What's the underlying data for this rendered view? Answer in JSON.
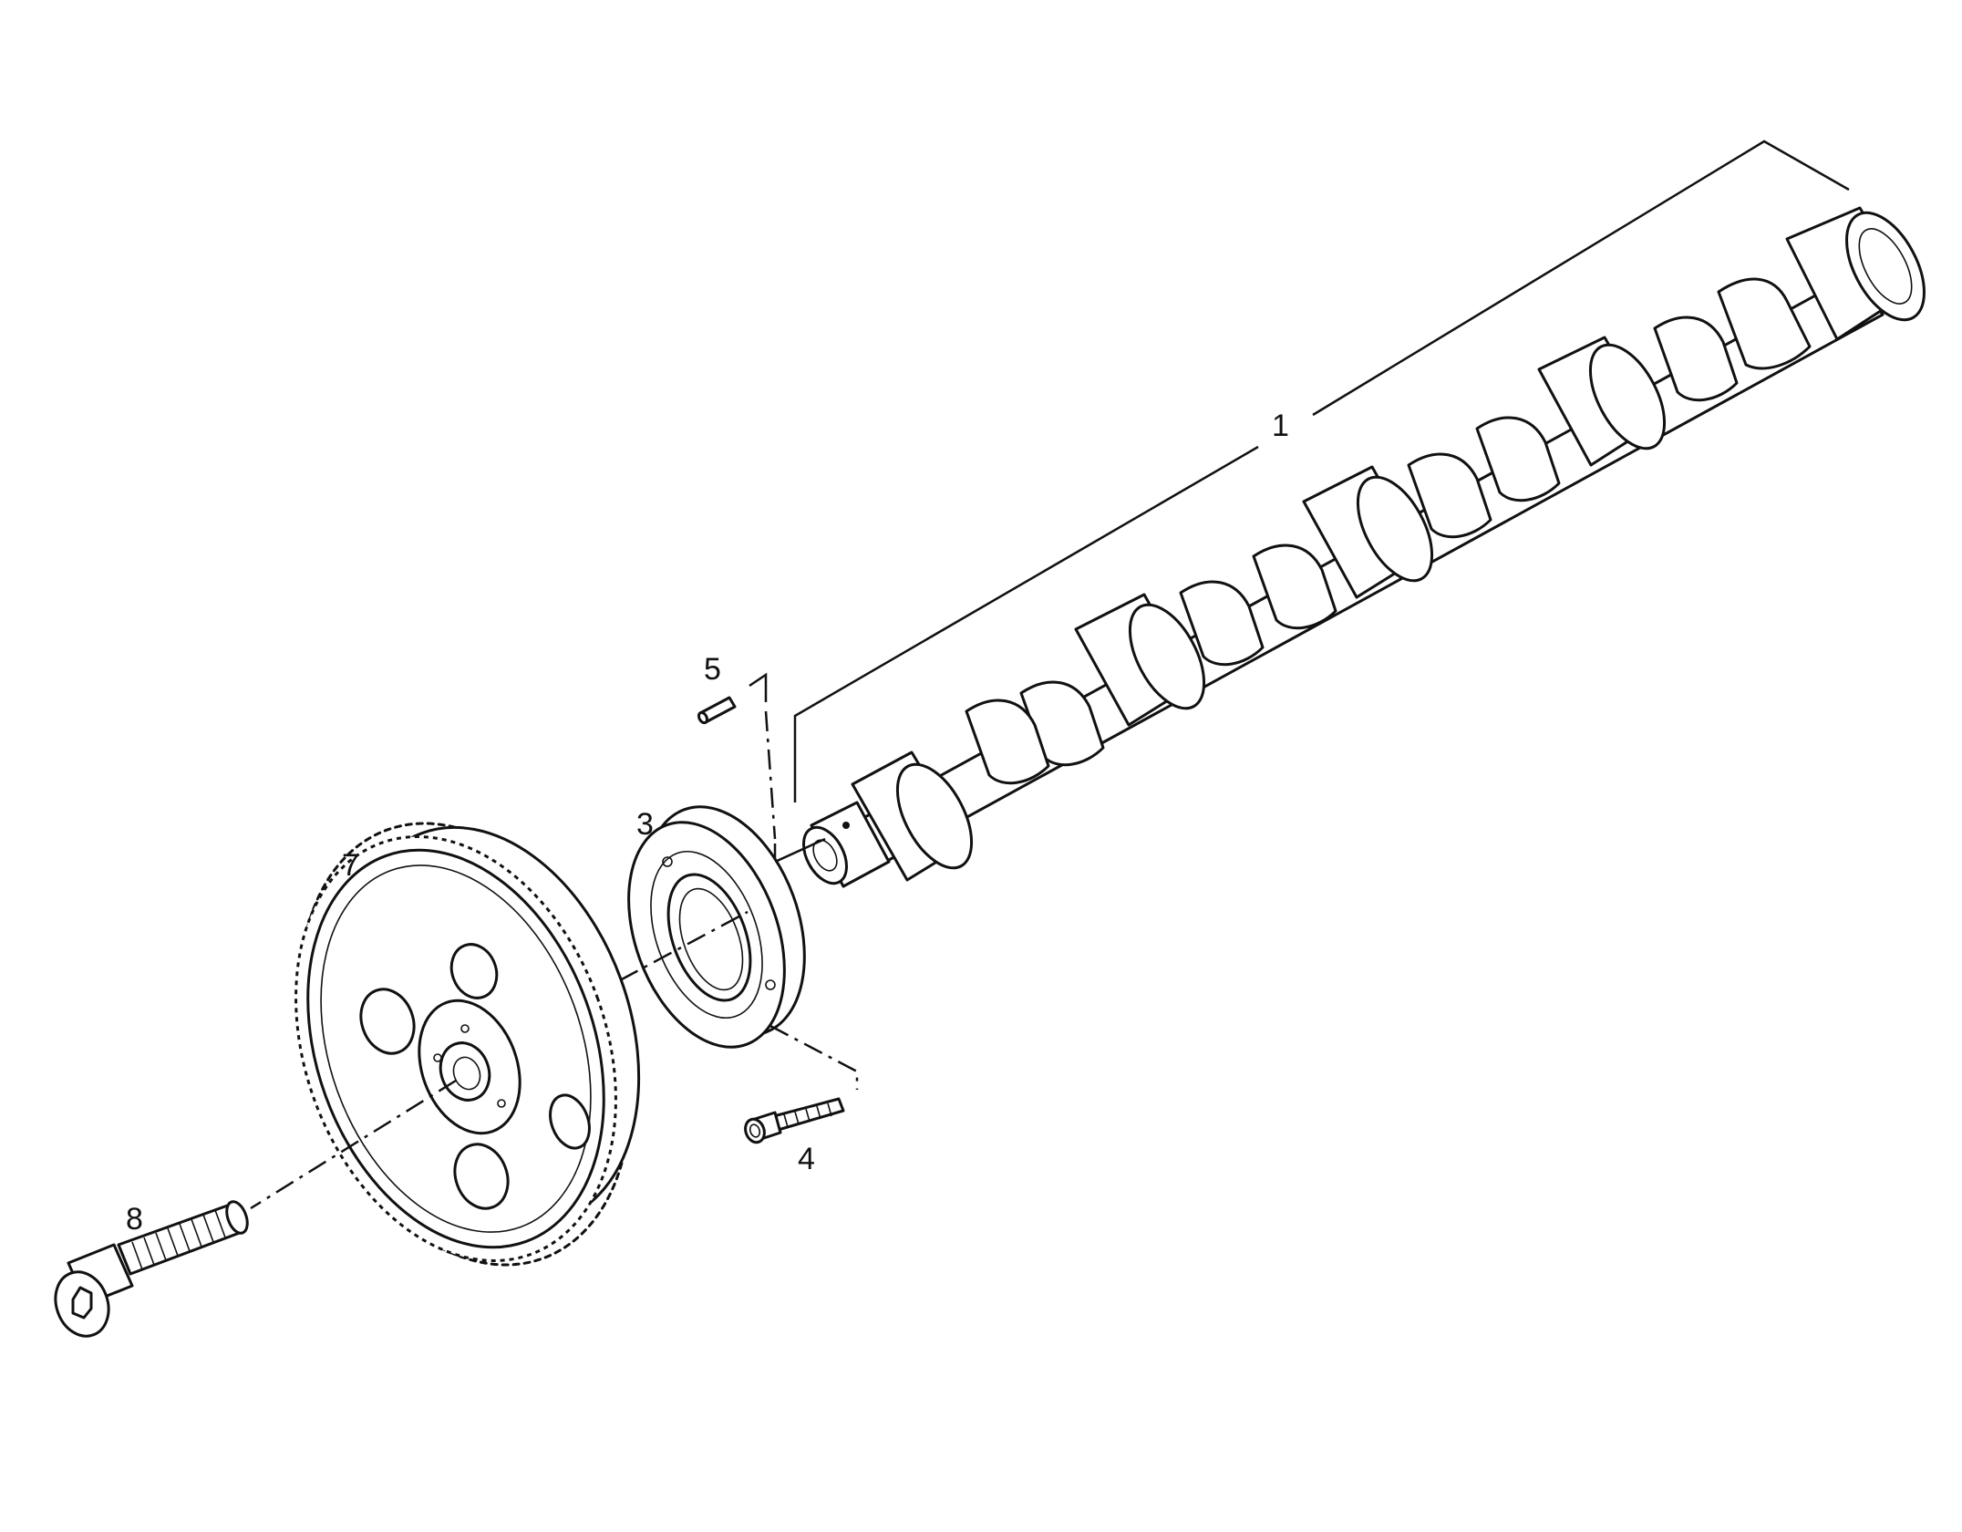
{
  "callouts": [
    {
      "id": "1",
      "part": "camshaft"
    },
    {
      "id": "3",
      "part": "thrust-plate"
    },
    {
      "id": "4",
      "part": "thrust-plate-screw"
    },
    {
      "id": "5",
      "part": "dowel-pin"
    },
    {
      "id": "7",
      "part": "camshaft-gear"
    },
    {
      "id": "8",
      "part": "gear-bolt"
    }
  ],
  "colors": {
    "ink": "#111111",
    "paper": "#ffffff"
  }
}
